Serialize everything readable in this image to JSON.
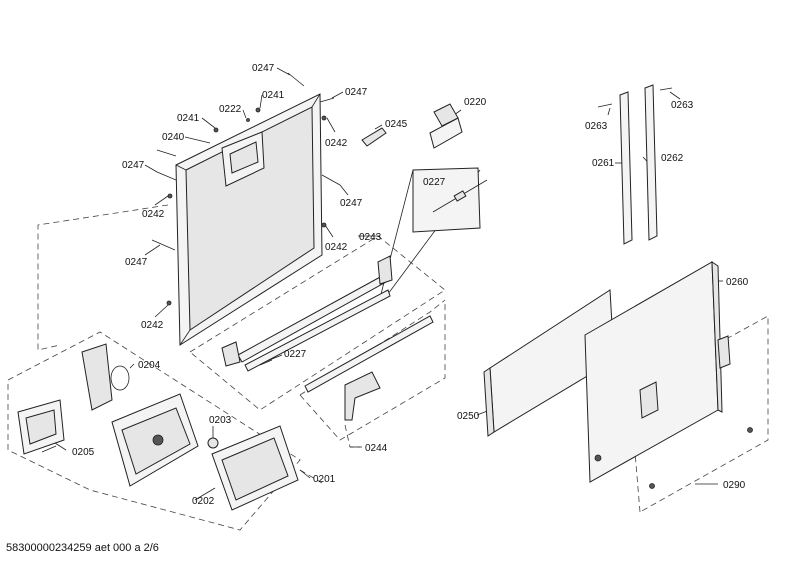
{
  "footer": "58300000234259 aet 000 a 2/6",
  "labels": {
    "l0247a": "0247",
    "l0247b": "0247",
    "l0241a": "0241",
    "l0222": "0222",
    "l0241b": "0241",
    "l0240": "0240",
    "l0247c": "0247",
    "l0242a": "0242",
    "l0245": "0245",
    "l0242b": "0242",
    "l0247d": "0247",
    "l0247e": "0247",
    "l0242c": "0242",
    "l0242d": "0242",
    "l0243": "0243",
    "l0227a": "0227",
    "l0227b": "0227",
    "l0220": "0220",
    "l0263a": "0263",
    "l0263b": "0263",
    "l0261": "0261",
    "l0262": "0262",
    "l0260": "0260",
    "l0204": "0204",
    "l0203": "0203",
    "l0205": "0205",
    "l0202": "0202",
    "l0201": "0201",
    "l0244": "0244",
    "l0250": "0250",
    "l0290": "0290"
  }
}
